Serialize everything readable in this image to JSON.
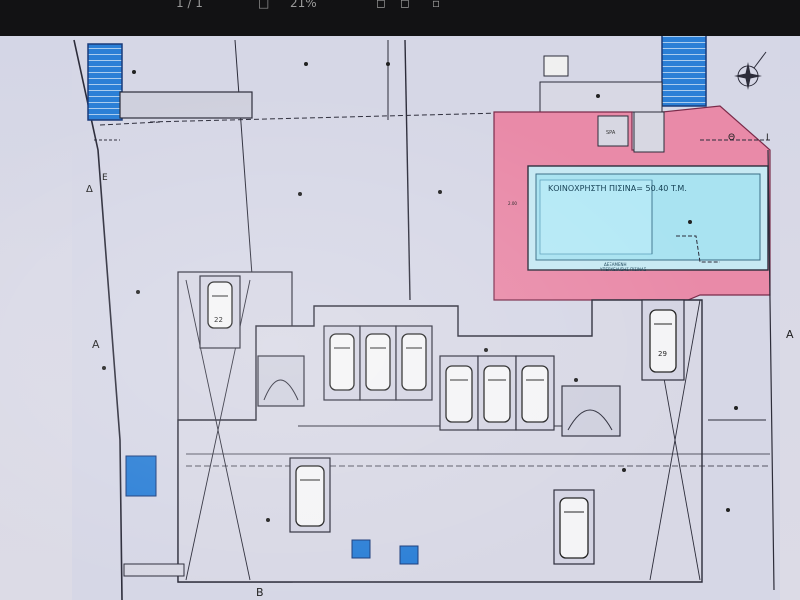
{
  "viewer": {
    "page_indicator": "1 / 1",
    "zoom_label": "21%"
  },
  "plan": {
    "pool_label": "ΚΟΙΝΟΧΡΗΣΤΗ ΠΙΣΙΝΑ= 50.40 T.M.",
    "pool_sublabel": "ΔΕΞΑΜΕΝΗ",
    "pool_note": "ΥΠΕΡΧΕΙΛΙΣΗΣ ΠΙΣΙΝΑΣ",
    "parking_numbers": [
      "22",
      "29"
    ],
    "section_marks": [
      "A",
      "A",
      "B",
      "Δ",
      "E",
      "Θ",
      "I"
    ],
    "room_label_spa": "SPA",
    "dimension_small": "2.00"
  },
  "colors": {
    "pool_water": "#a9e3f1",
    "pool_deck": "#e98aa8",
    "stair_blue": "#2b7fd6",
    "line": "#2c2c3a"
  }
}
